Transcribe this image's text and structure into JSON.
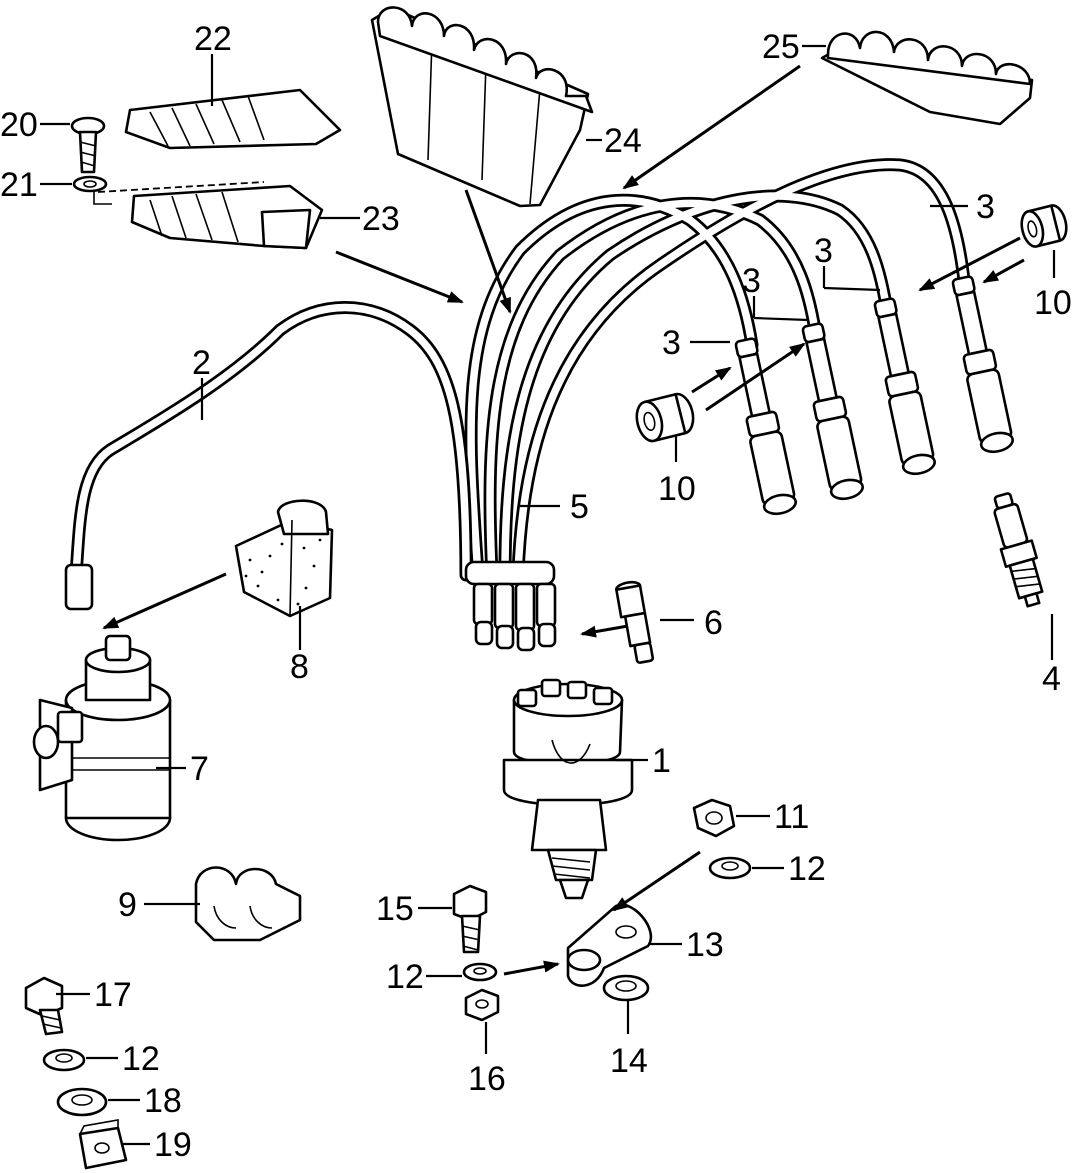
{
  "diagram": {
    "type": "exploded-parts-diagram",
    "callouts": {
      "c1": "1",
      "c2": "2",
      "c3a": "3",
      "c3b": "3",
      "c3c": "3",
      "c3d": "3",
      "c4": "4",
      "c5": "5",
      "c6": "6",
      "c7": "7",
      "c8": "8",
      "c9": "9",
      "c10a": "10",
      "c10b": "10",
      "c11": "11",
      "c12a": "12",
      "c12b": "12",
      "c12c": "12",
      "c13": "13",
      "c14": "14",
      "c15": "15",
      "c16": "16",
      "c17": "17",
      "c18": "18",
      "c19": "19",
      "c20": "20",
      "c21": "21",
      "c22": "22",
      "c23": "23",
      "c24": "24",
      "c25": "25"
    },
    "colors": {
      "ink": "#000000",
      "paper": "#ffffff"
    }
  }
}
